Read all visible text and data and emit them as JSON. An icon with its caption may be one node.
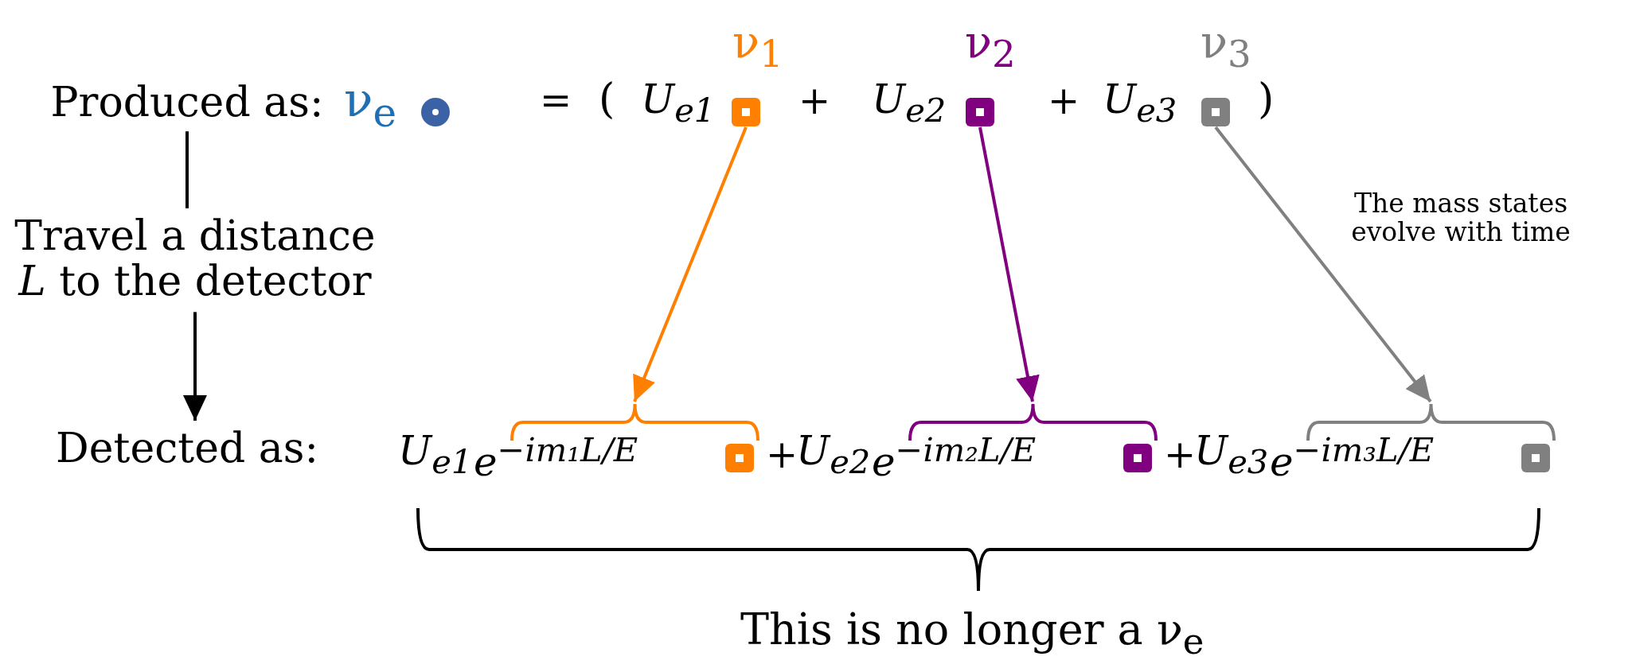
{
  "diagram": {
    "nodes": [
      {
        "text": [
          "Produced as:"
        ]
      },
      {
        "text": [],
        "shape": "circle"
      },
      {
        "text": [],
        "shape": "box",
        "beside": [
          "ν$_{1}$"
        ]
      },
      {
        "text": [],
        "shape": "box",
        "beside": [
          "ν$_{2}$"
        ]
      },
      {
        "text": [],
        "shape": "box",
        "beside": [
          "ν$_{3}$"
        ]
      },
      {
        "text": [
          "Travel a distance *L* to the detector"
        ]
      },
      {
        "text": [
          "Detected as:"
        ]
      },
      {
        "text": [
          "e$^{−im₁L/E}$"
        ]
      },
      {
        "text": [
          "e$^{−im₂L/E}$"
        ]
      },
      {
        "text": [
          "e$^{−im₃L/E}$"
        ]
      }
    ],
    "edges": [
      {
        "from": 0,
        "to": 5,
        "arrow": "none"
      },
      {
        "from": 5,
        "to": 6,
        "arrow": "to"
      },
      {
        "from": 2,
        "to": 7,
        "arrow": "to",
        "color": "#ff8000"
      },
      {
        "from": 3,
        "to": 8,
        "arrow": "to",
        "color": "#800080"
      },
      {
        "from": 4,
        "to": 9,
        "arrow": "to",
        "color": "#808080"
      }
    ],
    "labels": [
      "ν$_{e}$",
      "=",
      "(",
      "U$_{e1}$",
      "+",
      "U$_{e2}$",
      "+",
      "U$_{e3}$",
      ")",
      "The mass states evolve with time",
      "U$_{e1}$",
      "+",
      "U$_{e2}$",
      "+",
      "U$_{e3}$",
      "This is no longer a ν$_{e}$"
    ]
  }
}
